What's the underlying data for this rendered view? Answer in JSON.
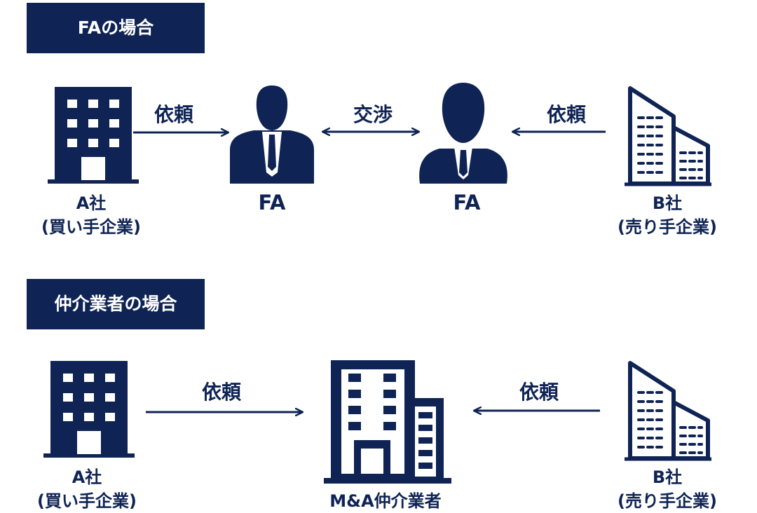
{
  "section_fa": {
    "title": "FAの場合",
    "left_edge": "依頼",
    "middle_edge": "交渉",
    "right_edge": "依頼",
    "buyer": {
      "name": "A社",
      "role": "(買い手企業)"
    },
    "fa_left": "FA",
    "fa_right": "FA",
    "seller": {
      "name": "B社",
      "role": "(売り手企業)"
    }
  },
  "section_broker": {
    "title": "仲介業者の場合",
    "left_edge": "依頼",
    "right_edge": "依頼",
    "buyer": {
      "name": "A社",
      "role": "(買い手企業)"
    },
    "broker": "M&A仲介業者",
    "seller": {
      "name": "B社",
      "role": "(売り手企業)"
    }
  },
  "colors": {
    "navy": "#0f2454",
    "white": "#ffffff"
  },
  "icons": [
    "office-building-icon",
    "businessman-icon",
    "skyscraper-icon",
    "company-building-icon",
    "arrow-icon"
  ]
}
